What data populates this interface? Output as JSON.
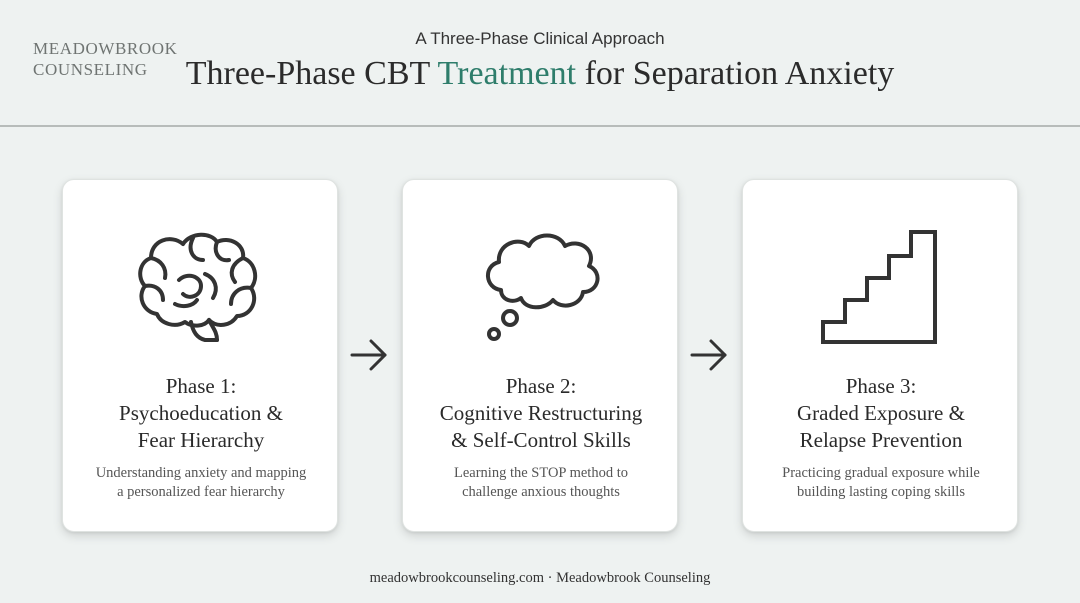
{
  "brand": {
    "line1": "MEADOWBROOK",
    "line2": "COUNSELING"
  },
  "header": {
    "subtitle": "A Three-Phase Clinical Approach",
    "title_pre": "Three-Phase CBT ",
    "title_accent": "Treatment",
    "title_post": " for Separation Anxiety"
  },
  "phases": [
    {
      "icon": "brain-icon",
      "title_lines": [
        "Phase 1:",
        "Psychoeducation &",
        "Fear Hierarchy"
      ],
      "desc_lines": [
        "Understanding anxiety and mapping",
        "a personalized fear hierarchy"
      ]
    },
    {
      "icon": "thought-bubble-icon",
      "title_lines": [
        "Phase 2:",
        "Cognitive Restructuring",
        "& Self-Control Skills"
      ],
      "desc_lines": [
        "Learning the STOP method to",
        "challenge anxious thoughts"
      ]
    },
    {
      "icon": "stairs-icon",
      "title_lines": [
        "Phase 3:",
        "Graded Exposure &",
        "Relapse Prevention"
      ],
      "desc_lines": [
        "Practicing gradual exposure while",
        "building lasting coping skills"
      ]
    }
  ],
  "footer": {
    "text": "meadowbrookcounseling.com · Meadowbrook Counseling"
  },
  "colors": {
    "accent": "#2e7d6b",
    "background": "#eef2f1",
    "card": "#ffffff"
  }
}
